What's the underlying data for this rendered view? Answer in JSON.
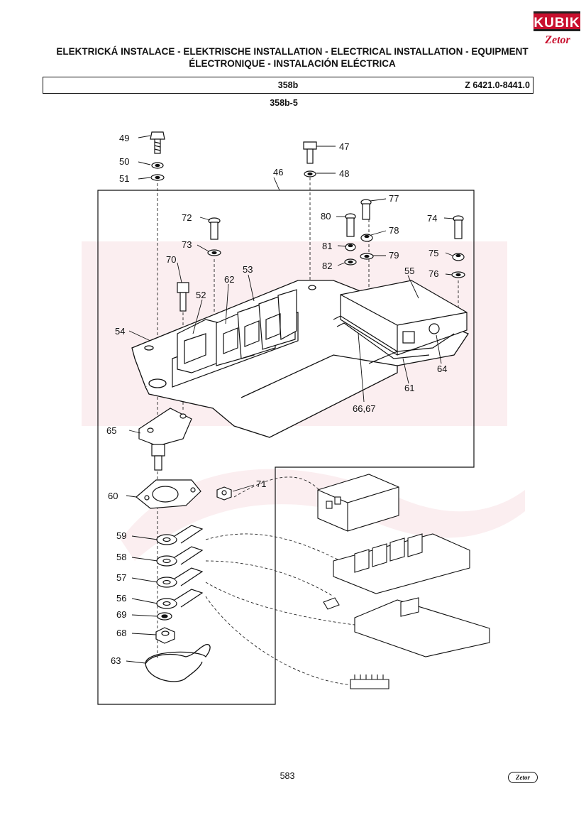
{
  "brand": {
    "logo_top": "KUBIK",
    "logo_bottom": "Zetor"
  },
  "title": {
    "line1": "ELEKTRICKÁ INSTALACE - ELEKTRISCHE INSTALLATION - ELECTRICAL INSTALLATION - EQUIPMENT",
    "line2": "ÉLECTRONIQUE - INSTALACIÓN ELÉCTRICA"
  },
  "header": {
    "code": "358b",
    "serial": "Z 6421.0-8441.0"
  },
  "figure_id": "358b-5",
  "callouts": [
    "49",
    "50",
    "51",
    "47",
    "48",
    "46",
    "77",
    "72",
    "80",
    "78",
    "74",
    "73",
    "81",
    "79",
    "75",
    "70",
    "82",
    "76",
    "62",
    "53",
    "55",
    "52",
    "54",
    "64",
    "61",
    "66,67",
    "65",
    "71",
    "60",
    "59",
    "58",
    "57",
    "56",
    "69",
    "68",
    "63"
  ],
  "footer": {
    "page_number": "583",
    "logo": "Zetor"
  }
}
